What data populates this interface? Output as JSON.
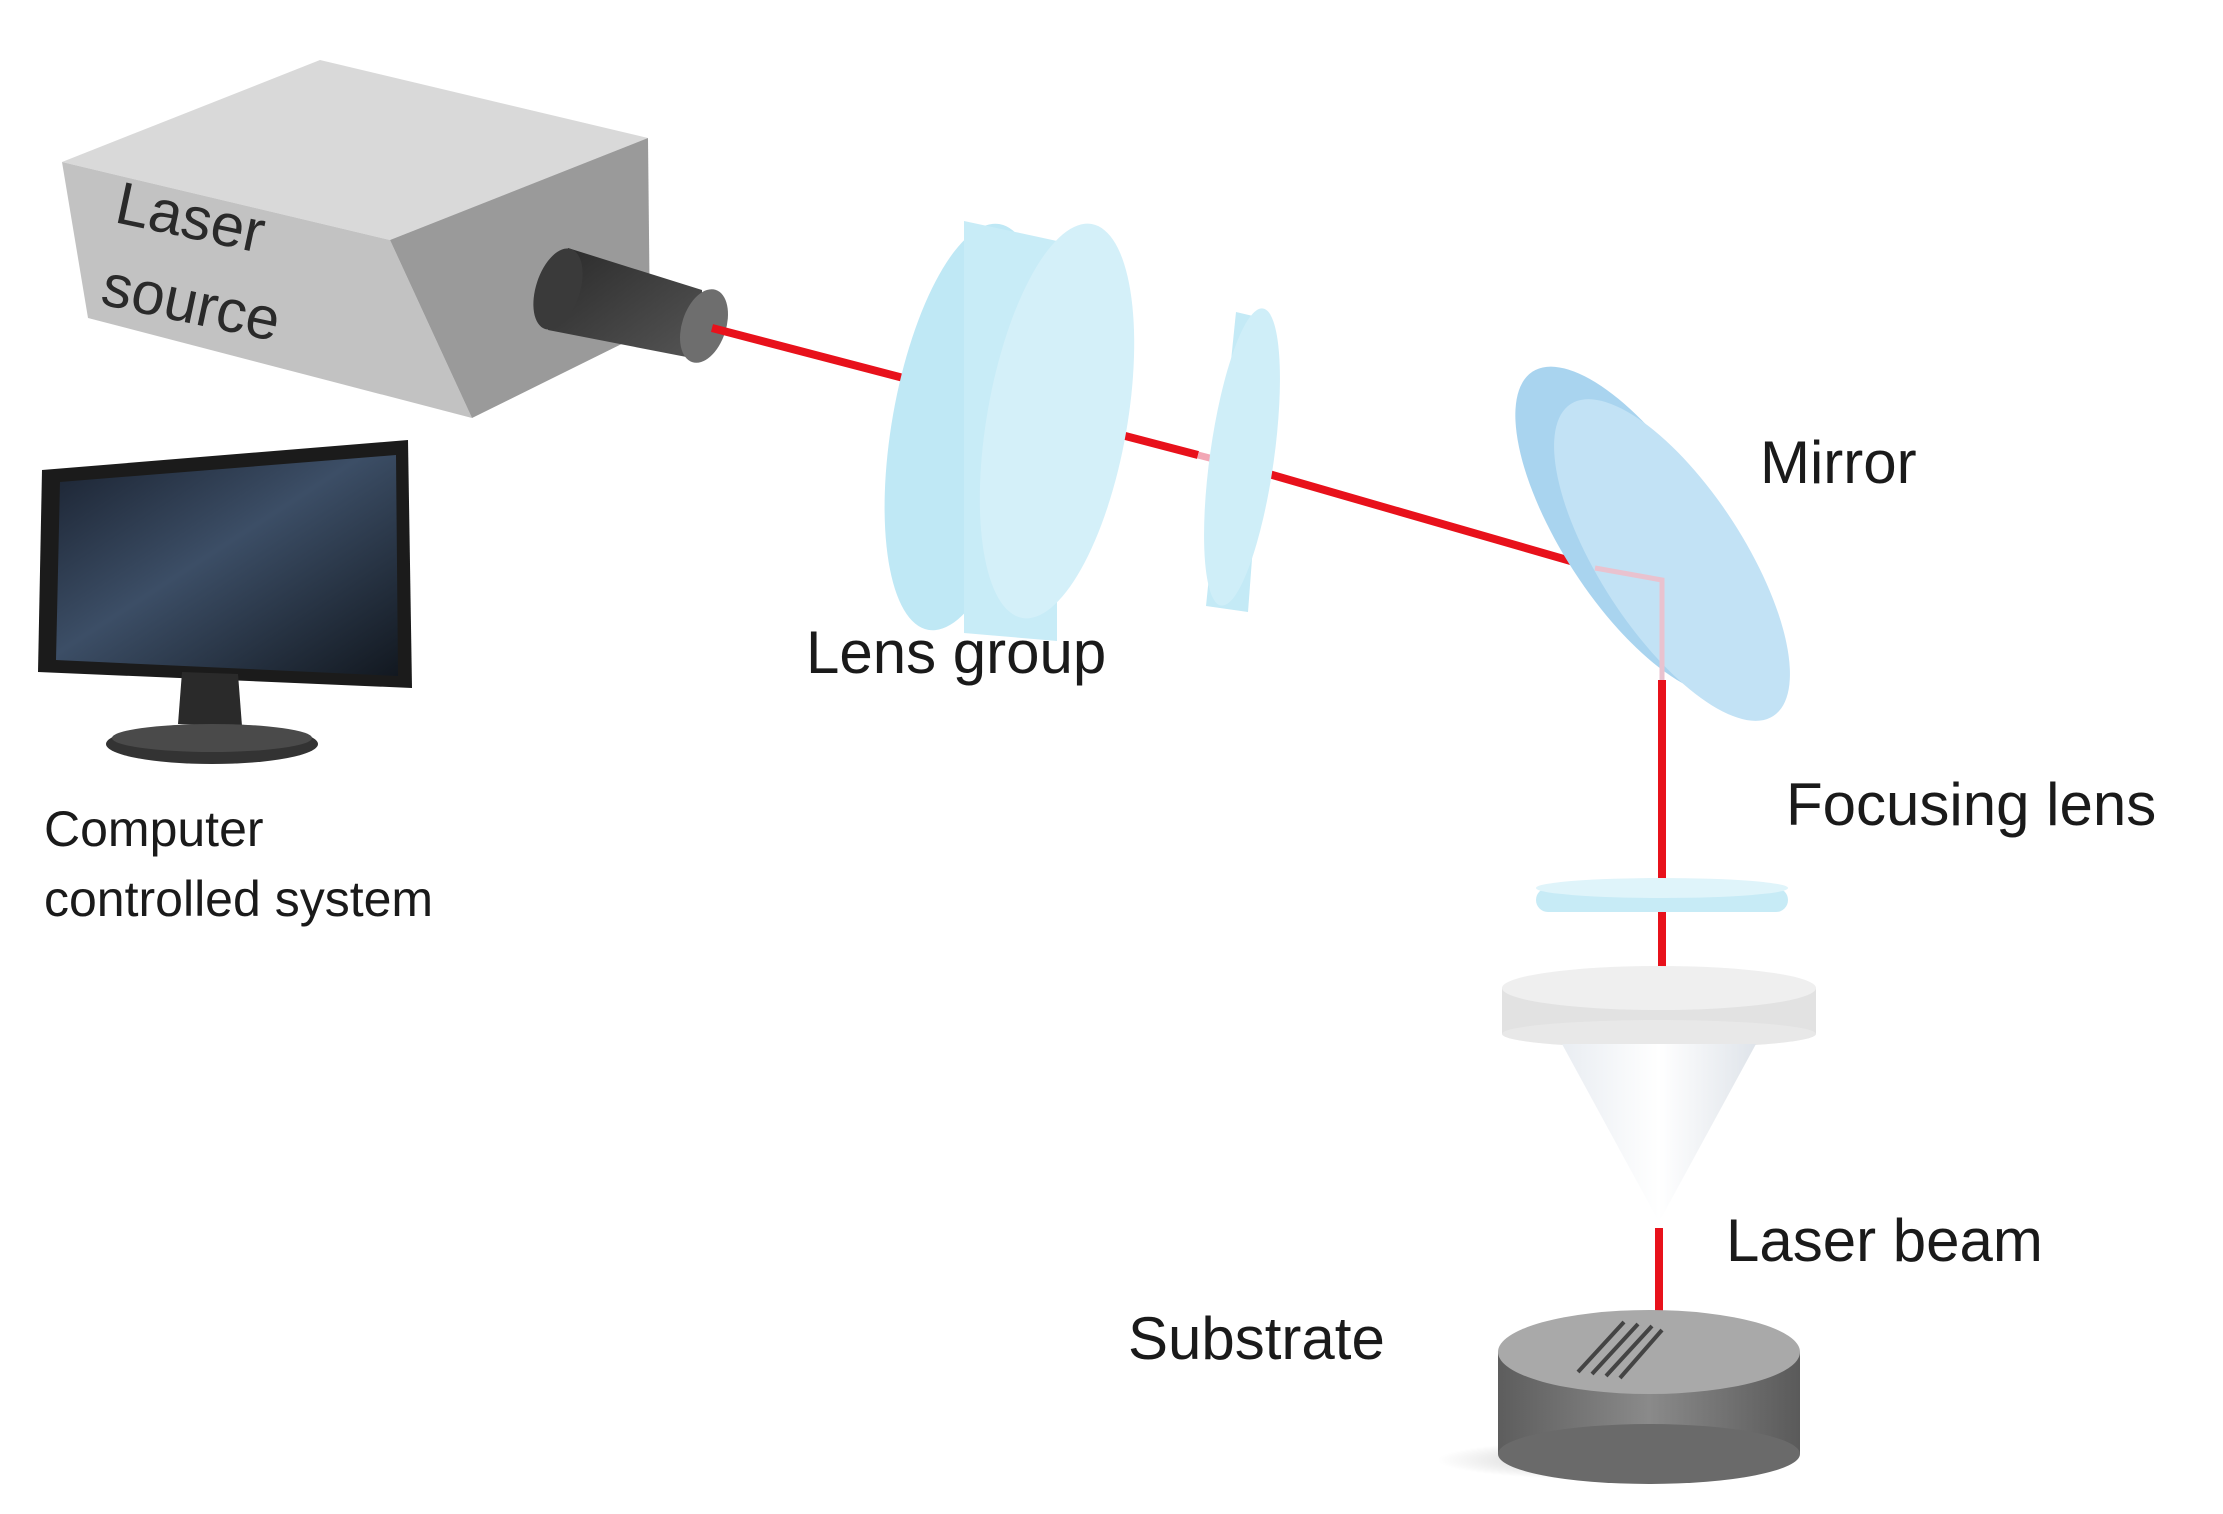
{
  "labels": {
    "laser_source_line1": "Laser",
    "laser_source_line2": "source",
    "lens_group": "Lens group",
    "mirror": "Mirror",
    "focusing_lens": "Focusing lens",
    "laser_beam": "Laser beam",
    "substrate": "Substrate",
    "computer_line1": "Computer",
    "computer_line2": "controlled system"
  },
  "colors": {
    "beam": "#e8111b",
    "lens": "#bfe8f5",
    "mirror": "#a9d4ef",
    "box": "#bdbdbd",
    "substrate": "#6f6f6f"
  }
}
